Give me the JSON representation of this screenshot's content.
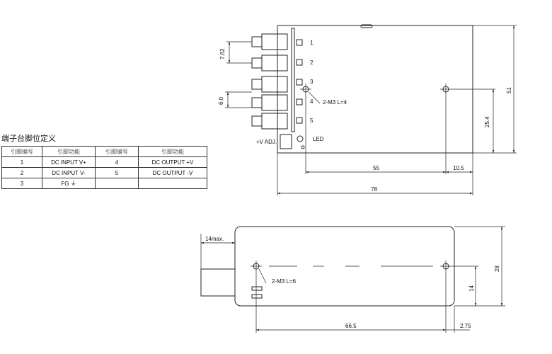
{
  "pin_table": {
    "title": "端子台脚位定义",
    "headers": [
      "引脚编号",
      "引脚功能",
      "引脚编号",
      "引脚功能"
    ],
    "rows": [
      [
        "1",
        "DC INPUT V+",
        "4",
        "DC OUTPUT +V"
      ],
      [
        "2",
        "DC INPUT V-",
        "5",
        "DC OUTPUT -V"
      ],
      [
        "3",
        "FG ⏚",
        "",
        ""
      ]
    ]
  },
  "top_view": {
    "terminal_numbers": [
      "1",
      "2",
      "3",
      "4",
      "5"
    ],
    "pitch_dim": "7.62",
    "spacing_dim": "6.0",
    "mount_label": "2-M3 L=4",
    "adj_label": "+V ADJ.",
    "led_label": "LED",
    "dims": {
      "width": "78",
      "hole_span": "55",
      "hole_edge": "10.5",
      "height": "51",
      "hole_height": "25.4"
    }
  },
  "side_view": {
    "terminal_dim": "14max.",
    "mount_label": "2-M3  L=6",
    "dims": {
      "hole_span": "66.5",
      "hole_edge": "2.75",
      "height": "28",
      "hole_height": "14"
    }
  }
}
